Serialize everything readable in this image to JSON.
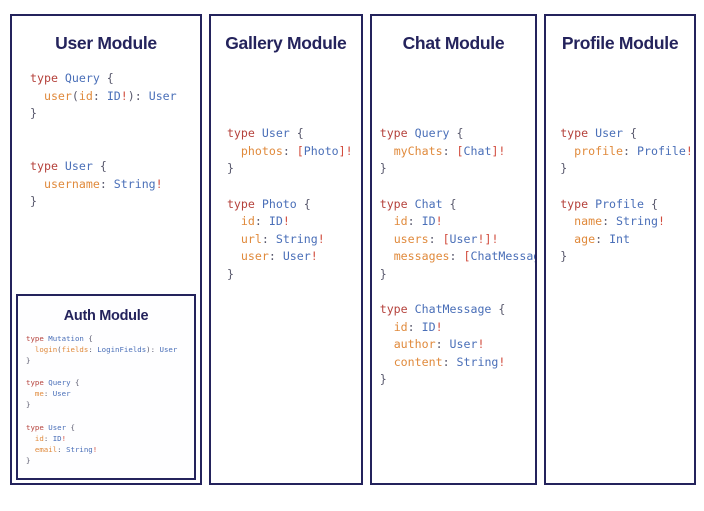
{
  "page": {
    "background": "#ffffff",
    "border_color": "#24235c",
    "title_color": "#24235c"
  },
  "syntax_colors": {
    "keyword": "#b5423c",
    "type_name": "#4a6fb8",
    "field_name": "#e08a3c",
    "punctuation": "#5a5a6e",
    "non_null": "#d14b3c"
  },
  "columns": [
    {
      "id": "user-module",
      "title": "User Module",
      "code_lines": [
        "type Query {",
        "  user(id: ID!): User",
        "}",
        "",
        "",
        "type User {",
        "  username: String!",
        "}"
      ],
      "nested": {
        "id": "auth-module",
        "title": "Auth Module",
        "code_lines": [
          "type Mutation {",
          "  login(fields: LoginFields): User",
          "}",
          "",
          "type Query {",
          "  me: User",
          "}",
          "",
          "type User {",
          "  id: ID!",
          "  email: String!",
          "}"
        ]
      }
    },
    {
      "id": "gallery-module",
      "title": "Gallery Module",
      "code_lines": [
        "type User {",
        "  photos: [Photo]!",
        "}",
        "",
        "type Photo {",
        "  id: ID!",
        "  url: String!",
        "  user: User!",
        "}"
      ]
    },
    {
      "id": "chat-module",
      "title": "Chat Module",
      "code_lines": [
        "type Query {",
        "  myChats: [Chat]!",
        "}",
        "",
        "type Chat {",
        "  id: ID!",
        "  users: [User!]!",
        "  messages: [ChatMessage]!",
        "}",
        "",
        "type ChatMessage {",
        "  id: ID!",
        "  author: User!",
        "  content: String!",
        "}"
      ]
    },
    {
      "id": "profile-module",
      "title": "Profile Module",
      "code_lines": [
        "type User {",
        "  profile: Profile!",
        "}",
        "",
        "type Profile {",
        "  name: String!",
        "  age: Int",
        "}"
      ]
    }
  ]
}
